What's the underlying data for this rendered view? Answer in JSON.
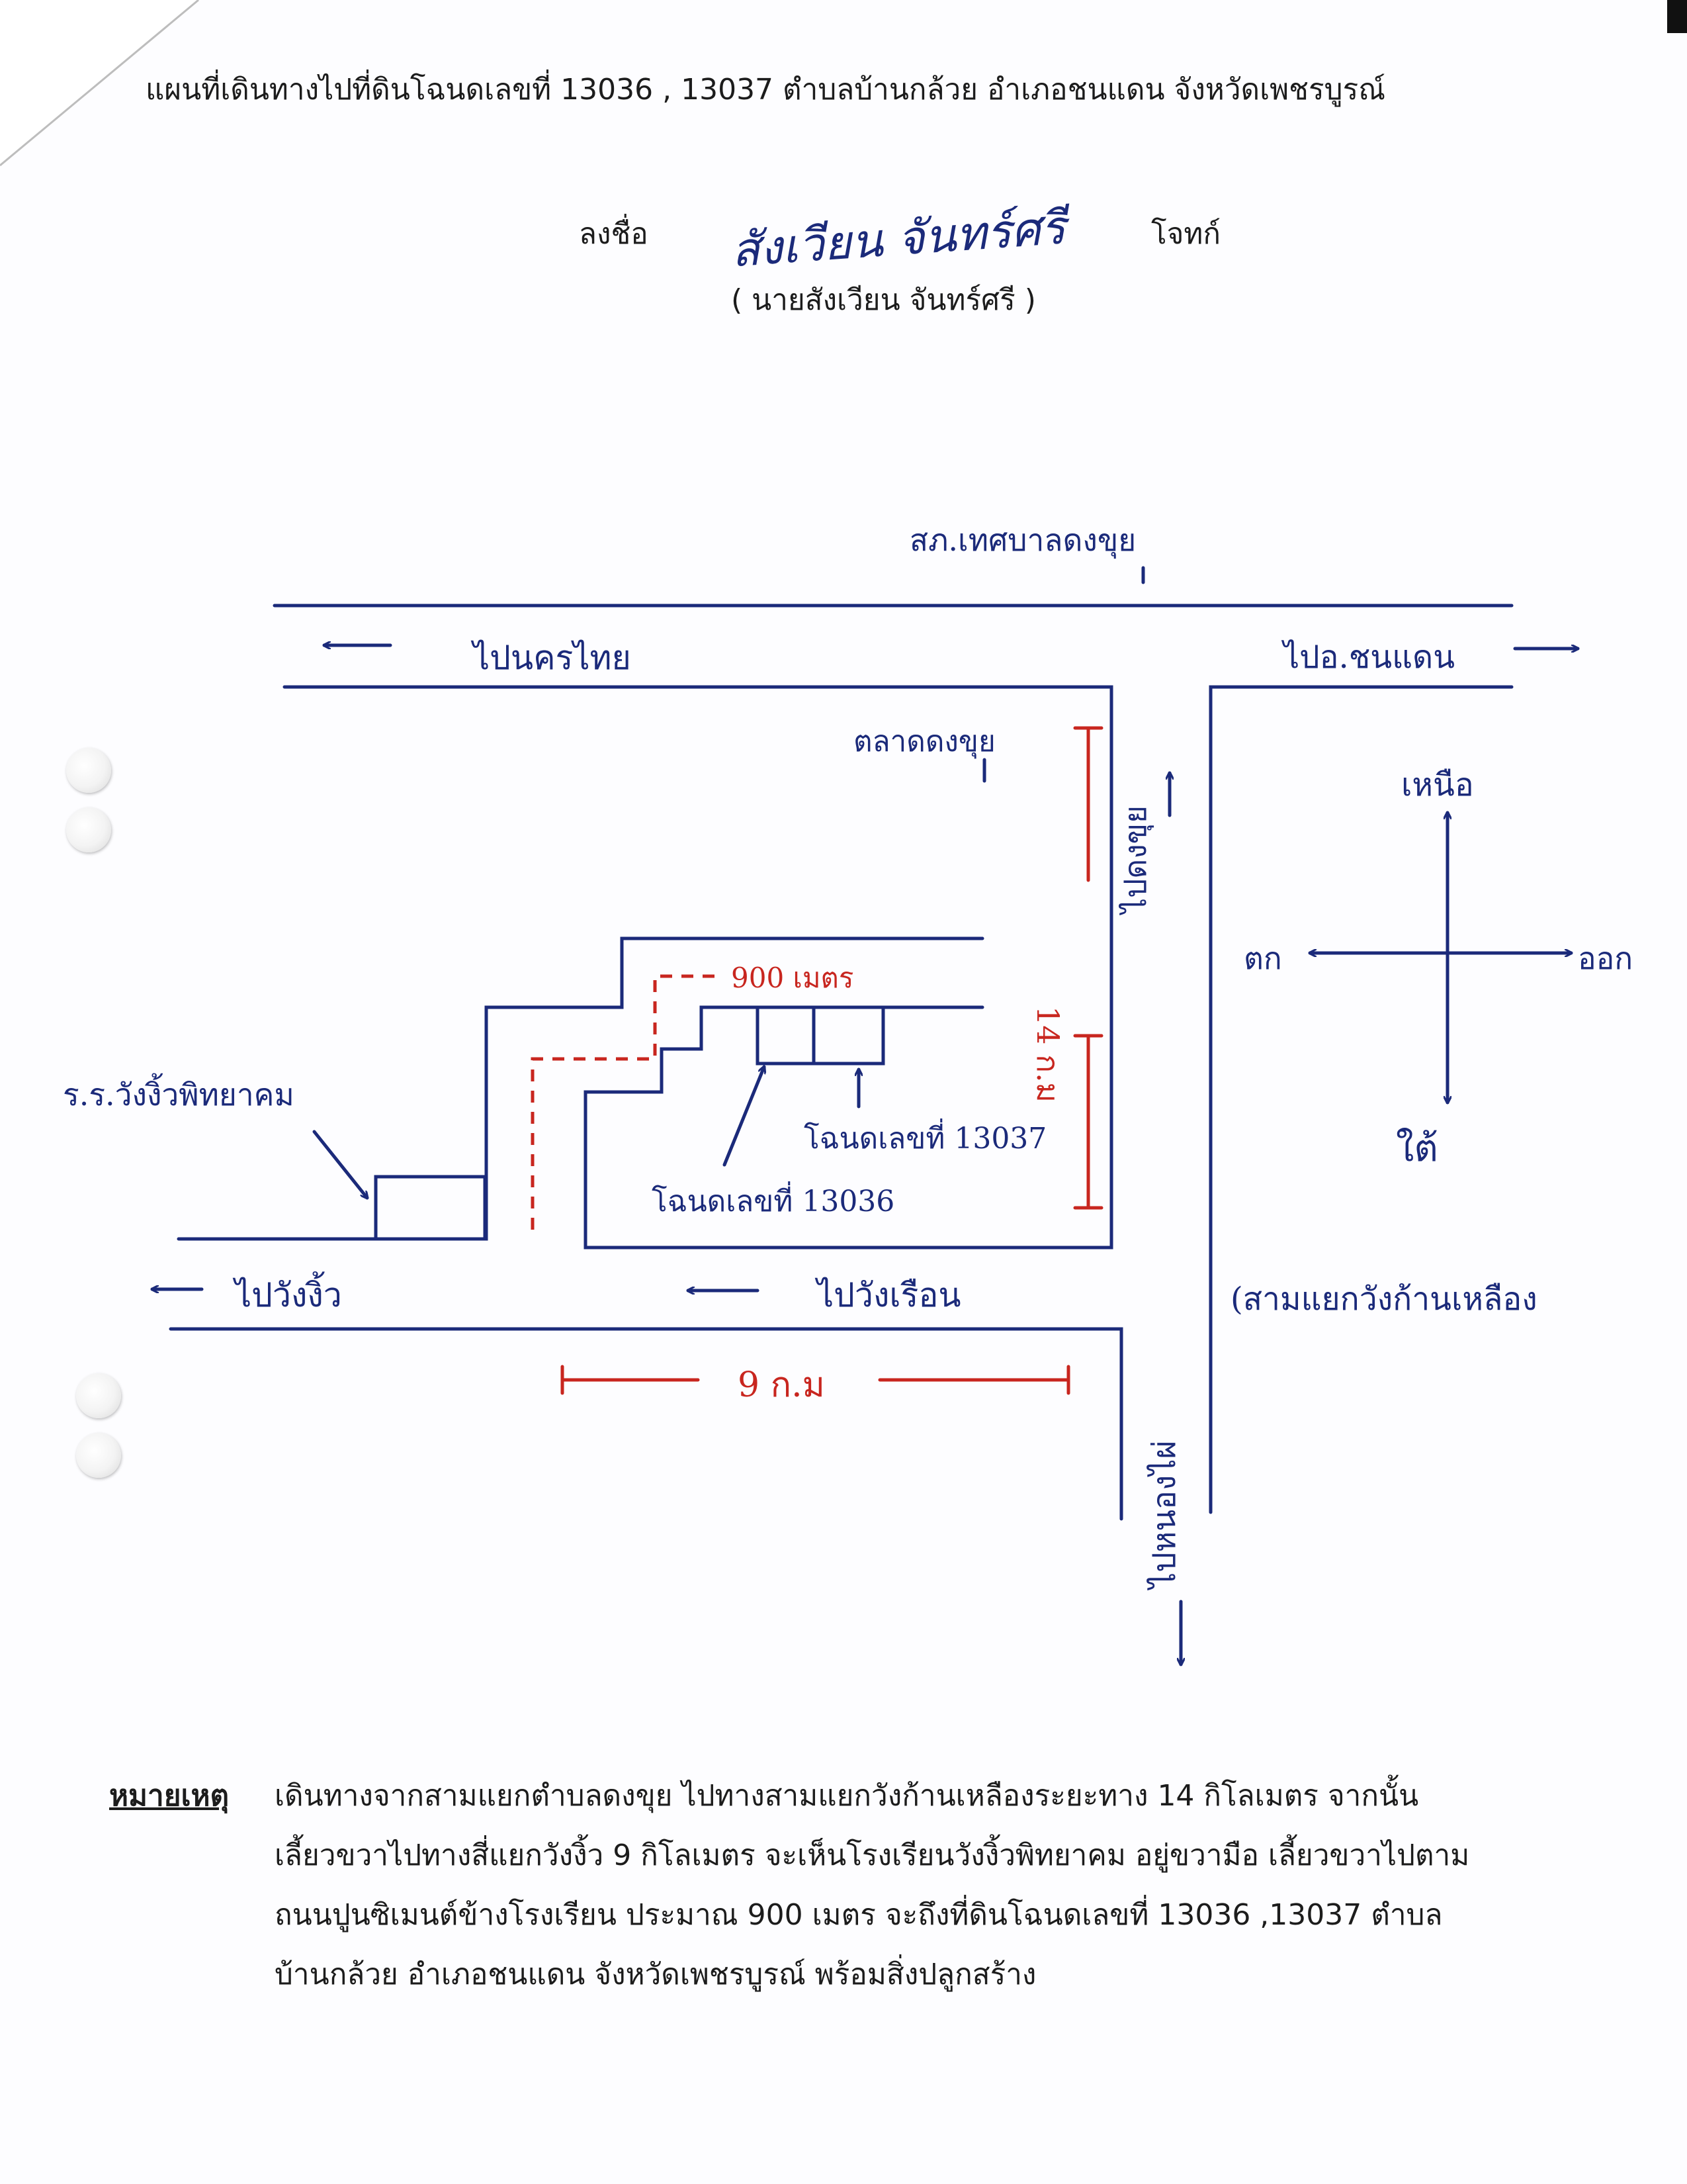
{
  "header": {
    "title": "แผนที่เดินทางไปที่ดินโฉนดเลขที่  13036 , 13037  ตำบลบ้านกล้วย  อำเภอชนแดน  จังหวัดเพชรบูรณ์",
    "sign_label": "ลงชื่อ",
    "signature": "สังเวียน จันทร์ศรี",
    "role": "โจทก์",
    "name": "( นายสังเวียน  จันทร์ศรี )"
  },
  "map": {
    "top_landmark": "สภ.เทศบาลดงขุย",
    "to_nakhon_thai": "ไปนครไทย",
    "to_chon_daen": "ไปอ.ชนแดน",
    "market": "ตลาดดงขุย",
    "north": "เหนือ",
    "west": "ตก",
    "east": "ออก",
    "south": "ใต้",
    "to_dong_khui": "ไปดงขุย",
    "distance_14km": "14 ก.ม",
    "distance_900m": "900 เมตร",
    "school": "ร.ร.วังงิ้วพิทยาคม",
    "deed_13037": "โฉนดเลขที่ 13037",
    "deed_13036": "โฉนดเลขที่ 13036",
    "to_wang_ngio": "ไปวังงิ้ว",
    "to_wang_rian": "ไปวังเรือน",
    "junction": "(สามแยกวังก้านเหลือง",
    "distance_9km": "9 ก.ม",
    "to_nong_phai": "ไปหนองไผ่"
  },
  "note": {
    "label": "หมายเหตุ",
    "lines": [
      "เดินทางจากสามแยกตำบลดงขุย  ไปทางสามแยกวังก้านเหลืองระยะทาง  14  กิโลเมตร  จากนั้น",
      "เลี้ยวขวาไปทางสี่แยกวังงิ้ว  9  กิโลเมตร  จะเห็นโรงเรียนวังงิ้วพิทยาคม อยู่ขวามือ  เลี้ยวขวาไปตาม",
      "ถนนปูนซิเมนต์ข้างโรงเรียน  ประมาณ  900  เมตร  จะถึงที่ดินโฉนดเลขที่  13036 ,13037  ตำบล",
      "บ้านกล้วย  อำเภอชนแดน  จังหวัดเพชรบูรณ์  พร้อมสิ่งปลูกสร้าง"
    ]
  },
  "colors": {
    "ink_blue": "#1b2a7a",
    "ink_red": "#c8261f",
    "print": "#1c1c1c"
  }
}
